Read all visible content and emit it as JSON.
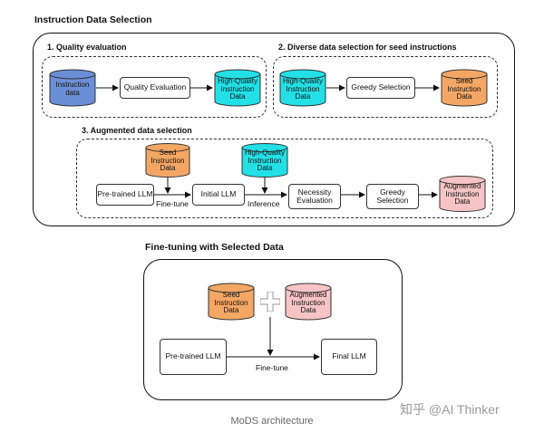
{
  "title": "Instruction Data Selection",
  "sections": {
    "quality": {
      "heading": "1. Quality evaluation",
      "input": "Instruction data",
      "process": "Quality Evaluation",
      "output": "High-Quality Instruction Data"
    },
    "diverse": {
      "heading": "2. Diverse data selection for seed instructions",
      "input": "High-Quality Instruction Data",
      "process": "Greedy Selection",
      "output": "Seed Instruction Data"
    },
    "augmented": {
      "heading": "3. Augmented data selection",
      "seed": "Seed Instruction Data",
      "hq": "High-Quality Instruction Data",
      "pretrained": "Pre-trained LLM",
      "finetune": "Fine-tune",
      "initial": "Initial LLM",
      "inference": "Inference",
      "necessity": "Necessity Evaluation",
      "greedy": "Greedy Selection",
      "output": "Augmented Instruction Data"
    }
  },
  "finetuning": {
    "title": "Fine-tuning with Selected Data",
    "seed": "Seed Instruction Data",
    "augmented": "Augmented Instruction Data",
    "pretrained": "Pre-trained LLM",
    "finetune": "Fine-tune",
    "final": "Final LLM"
  },
  "caption": "MoDS architecture",
  "watermark": "知乎 @AI Thinker",
  "colors": {
    "blue": "#6b8fd6",
    "cyan": "#22e0e6",
    "orange": "#f4a765",
    "pink": "#f6c4c4"
  }
}
